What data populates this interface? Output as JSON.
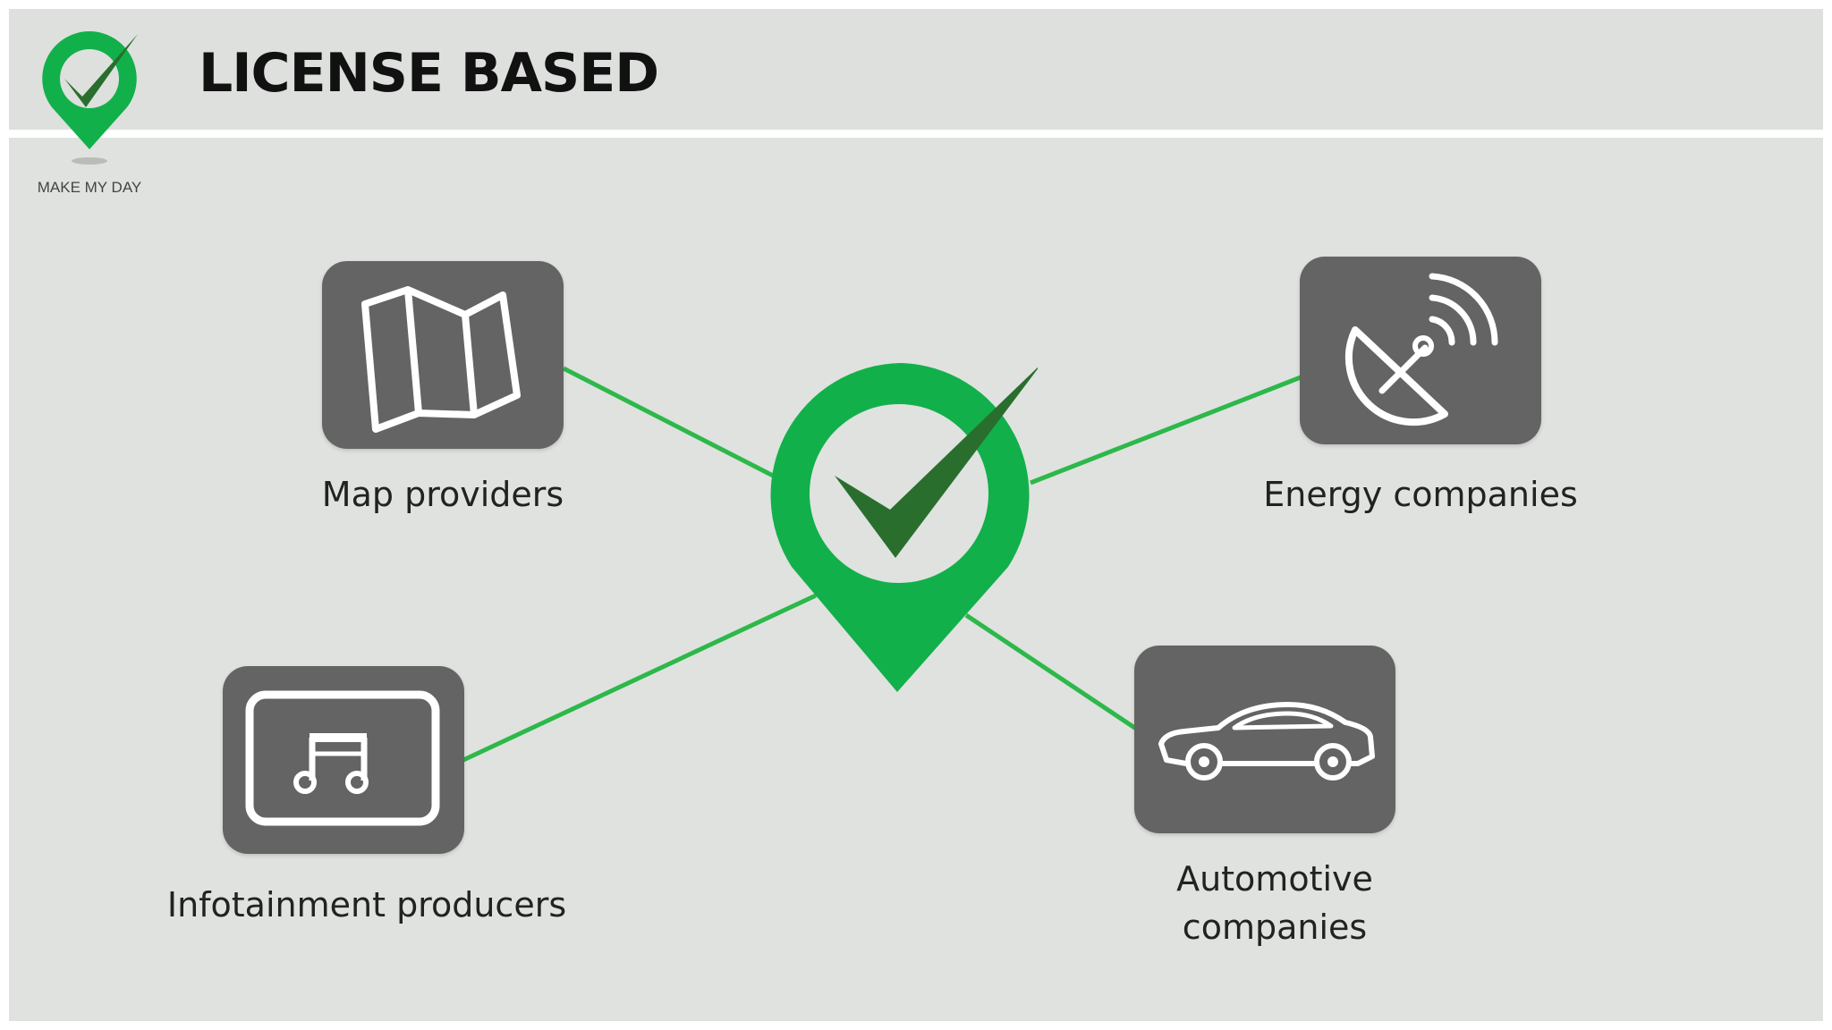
{
  "header": {
    "title": "LICENSE BASED",
    "brand_caption": "MAKE MY DAY"
  },
  "colors": {
    "brand_green": "#12b04a",
    "check_dark": "#2a6e2e",
    "box_gray": "#646464",
    "background": "#dfe2df"
  },
  "nodes": [
    {
      "id": "map",
      "label": "Map providers",
      "icon": "folded-map-icon"
    },
    {
      "id": "energy",
      "label": "Energy companies",
      "icon": "satellite-dish-icon"
    },
    {
      "id": "infotainment",
      "label": "Infotainment producers",
      "icon": "music-note-screen-icon"
    },
    {
      "id": "automotive",
      "label_line1": "Automotive",
      "label_line2": "companies",
      "icon": "car-icon"
    }
  ],
  "center_icon": "location-check-pin-icon"
}
